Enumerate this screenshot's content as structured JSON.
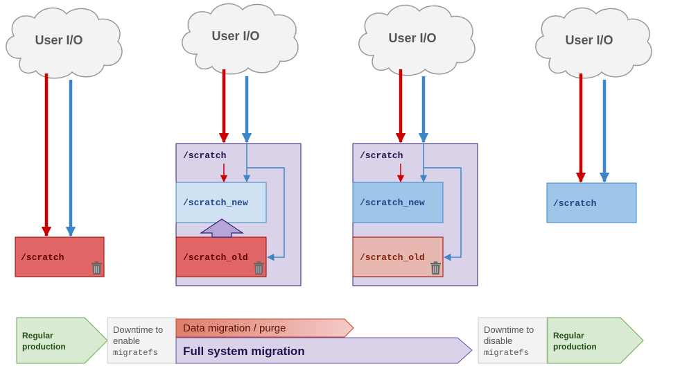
{
  "clouds": [
    "User I/O",
    "User I/O",
    "User I/O",
    "User I/O"
  ],
  "stage1": {
    "scratch": "/scratch"
  },
  "stage2": {
    "outer": "/scratch",
    "new": "/scratch_new",
    "old": "/scratch_old"
  },
  "stage3": {
    "outer": "/scratch",
    "new": "/scratch_new",
    "old": "/scratch_old"
  },
  "stage4": {
    "scratch": "/scratch"
  },
  "timeline": {
    "regular1": [
      "Regular",
      "production"
    ],
    "downtime1": [
      "Downtime to",
      "enable",
      "migratefs"
    ],
    "data_migration": "Data migration / purge",
    "full_migration": "Full system migration",
    "downtime2": [
      "Downtime to",
      "disable",
      "migratefs"
    ],
    "regular2": [
      "Regular",
      "production"
    ]
  },
  "colors": {
    "red_arrow": "#cc0000",
    "blue_arrow": "#3d85c6",
    "red_box": "#e06666",
    "light_red_box": "#e6b8af",
    "purple_box": "#d9d2e9",
    "blue_box": "#9fc5e8",
    "light_blue_box": "#cfe2f3",
    "green_box": "#d9ead3"
  }
}
